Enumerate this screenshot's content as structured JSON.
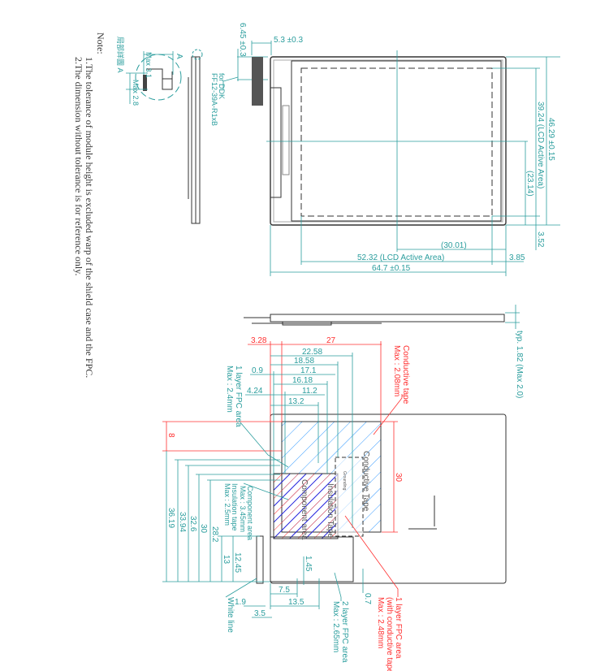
{
  "notes": {
    "title": "Note:",
    "lines": [
      "1.The tolerance of module height is excluded warp of the shield case and the FPC.",
      "2.The dimension without tolerance is for reference only."
    ]
  },
  "detail_a": {
    "title": "局部詳圖 A",
    "marker": "A",
    "max_width": "Max 3.1",
    "max_height": "Max 2.8"
  },
  "connector": {
    "label_1": "for DDK",
    "label_2": "FF12-39A-R1xB",
    "offset": "6.45 ±0.3",
    "width": "5.3 ±0.3"
  },
  "front_view": {
    "outline_height": "46.29 ±0.15",
    "active_height": "39.24 (LCD Active Area)",
    "half_height": "(23.14)",
    "bottom_margin": "3.52",
    "half_width": "(30.01)",
    "active_width": "52.32 (LCD Active Area)",
    "right_margin": "3.85",
    "outline_width": "64.7 ±0.15"
  },
  "side_view": {
    "thickness": "typ. 1.82 (Max 2.0)"
  },
  "back_view": {
    "h_dims_red": [
      "3.28",
      "27"
    ],
    "h_dims": [
      "22.58",
      "18.58",
      "0.9",
      "17.1",
      "16.18",
      "4.24",
      "11.2",
      "13.2"
    ],
    "v_dims": [
      "8",
      "36.19",
      "33.94",
      "32.6",
      "30",
      "28.2",
      "13",
      "12.45"
    ],
    "tape_height": "30",
    "bottom_dims": [
      "1.45",
      "0.7",
      "7.5",
      "13.5",
      "1.9",
      "3.5"
    ],
    "labels": {
      "fpc1_title": "1 layer FPC area",
      "fpc1_max": "Max : 2.4mm",
      "component_title": "Component area",
      "component_max": "Max : 3.45mm",
      "insulation_title": "Insulation tape",
      "insulation_max": "Max : 2.5mm",
      "white_line": "White line",
      "fpc2_title": "2 layer FPC area",
      "fpc2_max": "Max : 2.65mm",
      "fpc1c_title": "1 layer FPC area",
      "fpc1c_sub": "(with conductive tape)",
      "fpc1c_max": "Max : 2.48mm",
      "ctape_title": "Conductive tape",
      "ctape_max": "Max : 2.08mm",
      "ctape_inner": "Conductive Tape",
      "component_inner": "Component area",
      "insulation_inner": "Insulation Tape",
      "ground_inner": "Grounding"
    }
  }
}
